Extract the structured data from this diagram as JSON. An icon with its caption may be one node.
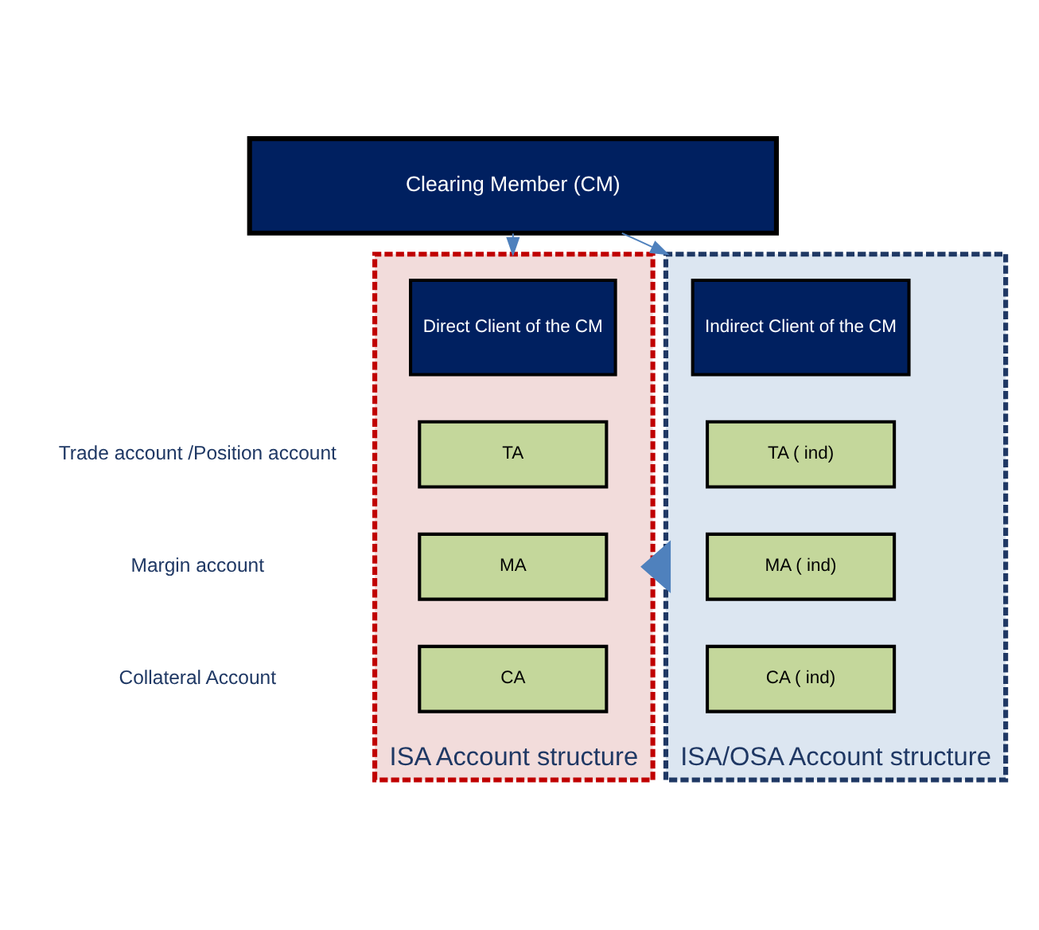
{
  "diagram": {
    "nodes": [
      {
        "text": [
          "Clearing Member (CM)"
        ]
      },
      {
        "text": [
          "ISA Account structure"
        ]
      },
      {
        "text": [
          "Direct Client of the CM"
        ],
        "in": 1
      },
      {
        "text": [
          "TA"
        ],
        "in": 1
      },
      {
        "text": [
          "MA"
        ],
        "in": 1
      },
      {
        "text": [
          "CA"
        ],
        "in": 1
      },
      {
        "text": [
          "ISA/OSA Account structure"
        ]
      },
      {
        "text": [
          "Indirect Client of the CM"
        ],
        "in": 6
      },
      {
        "text": [
          "TA ( ind)"
        ],
        "in": 6
      },
      {
        "text": [
          "MA ( ind)"
        ],
        "in": 6
      },
      {
        "text": [
          "CA ( ind)"
        ],
        "in": 6
      }
    ],
    "edges": [
      {
        "from": 0,
        "to": 1,
        "arrow": "to"
      },
      {
        "from": 0,
        "to": 6,
        "arrow": "to"
      },
      {
        "from": 6,
        "to": 1,
        "arrow": "to",
        "style": "thick",
        "color": "#4f81bd"
      }
    ],
    "labels": [
      "Trade account /Position account",
      "Margin account",
      "Collateral Account"
    ]
  }
}
